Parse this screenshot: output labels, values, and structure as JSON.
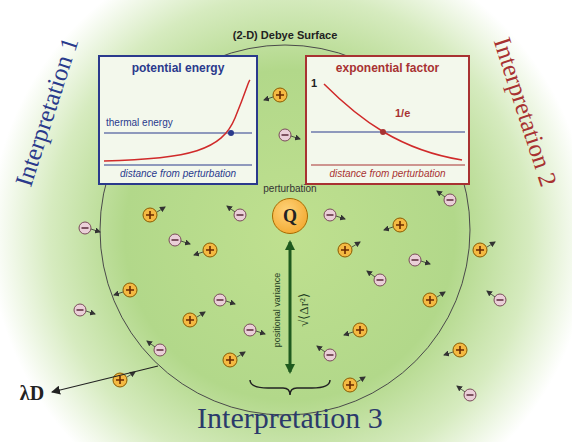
{
  "diagram": {
    "nodes": [
      {
        "text": [
          "potential energy",
          "thermal energy",
          "distance from perturbation"
        ]
      },
      {
        "text": [
          "exponential factor",
          "1",
          "1/e",
          "distance from perturbation"
        ]
      },
      {
        "text": [
          "perturbation",
          "Q"
        ]
      }
    ],
    "labels": [
      "Interpretation 1",
      "Interpretation 2",
      "(2-D) Debye Surface",
      "positional variance",
      "√⟨Δr²⟩",
      "λD",
      "Interpretation 3"
    ]
  }
}
